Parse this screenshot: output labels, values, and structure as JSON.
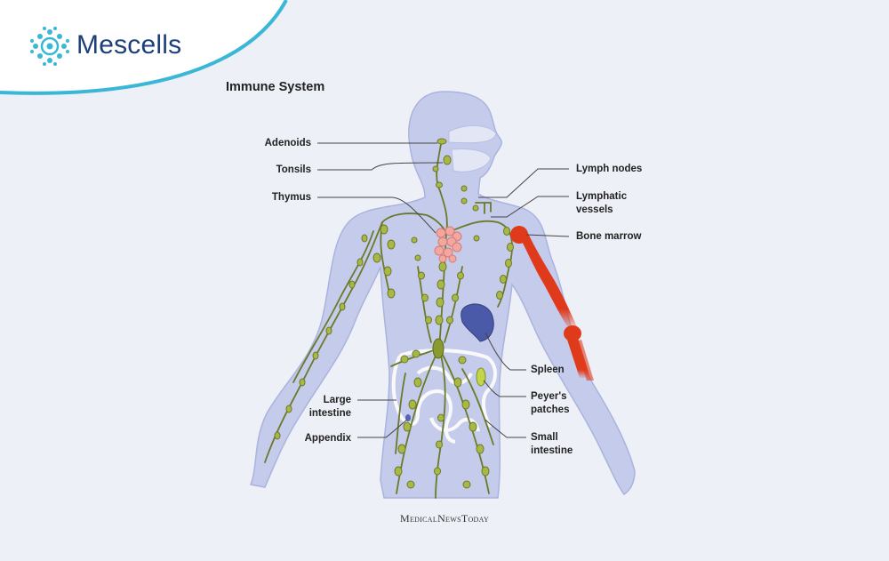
{
  "brand": {
    "name": "Mescells",
    "logo_icon": "cell-cluster-icon",
    "accent_color": "#3ab7d6",
    "text_color": "#1d3f79"
  },
  "title": "Immune System",
  "credit": "MedicalNewsToday",
  "colors": {
    "background": "#eef0f7",
    "body": "#c5cbea",
    "lymph": "#6a7a2a",
    "node": "#a9b845",
    "thymus": "#f4a7a0",
    "spleen": "#4a5aa8",
    "bone": "#e03a1c"
  },
  "labels": {
    "adenoids": "Adenoids",
    "tonsils": "Tonsils",
    "thymus": "Thymus",
    "lymph_nodes": "Lymph nodes",
    "lymphatic_vessels": "Lymphatic\nvessels",
    "bone_marrow": "Bone marrow",
    "spleen": "Spleen",
    "peyers_patches": "Peyer's\npatches",
    "large_intestine": "Large\nintestine",
    "appendix": "Appendix",
    "small_intestine": "Small\nintestine"
  }
}
